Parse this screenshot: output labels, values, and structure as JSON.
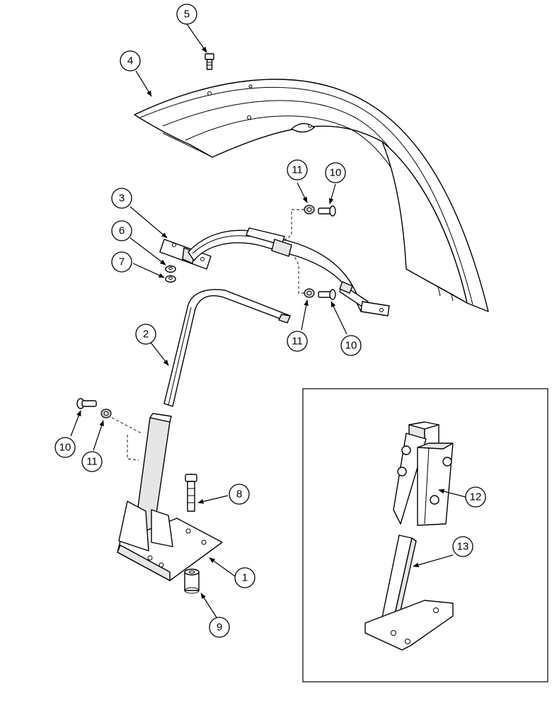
{
  "callouts": {
    "c1": "1",
    "c2": "2",
    "c3": "3",
    "c4": "4",
    "c5": "5",
    "c6": "6",
    "c7": "7",
    "c8": "8",
    "c9": "9",
    "c10a": "10",
    "c10b": "10",
    "c10c": "10",
    "c11a": "11",
    "c11b": "11",
    "c11c": "11",
    "c12": "12",
    "c13": "13"
  },
  "colors": {
    "line": "#000000",
    "background": "#ffffff",
    "fill": "#e6e6e6"
  }
}
